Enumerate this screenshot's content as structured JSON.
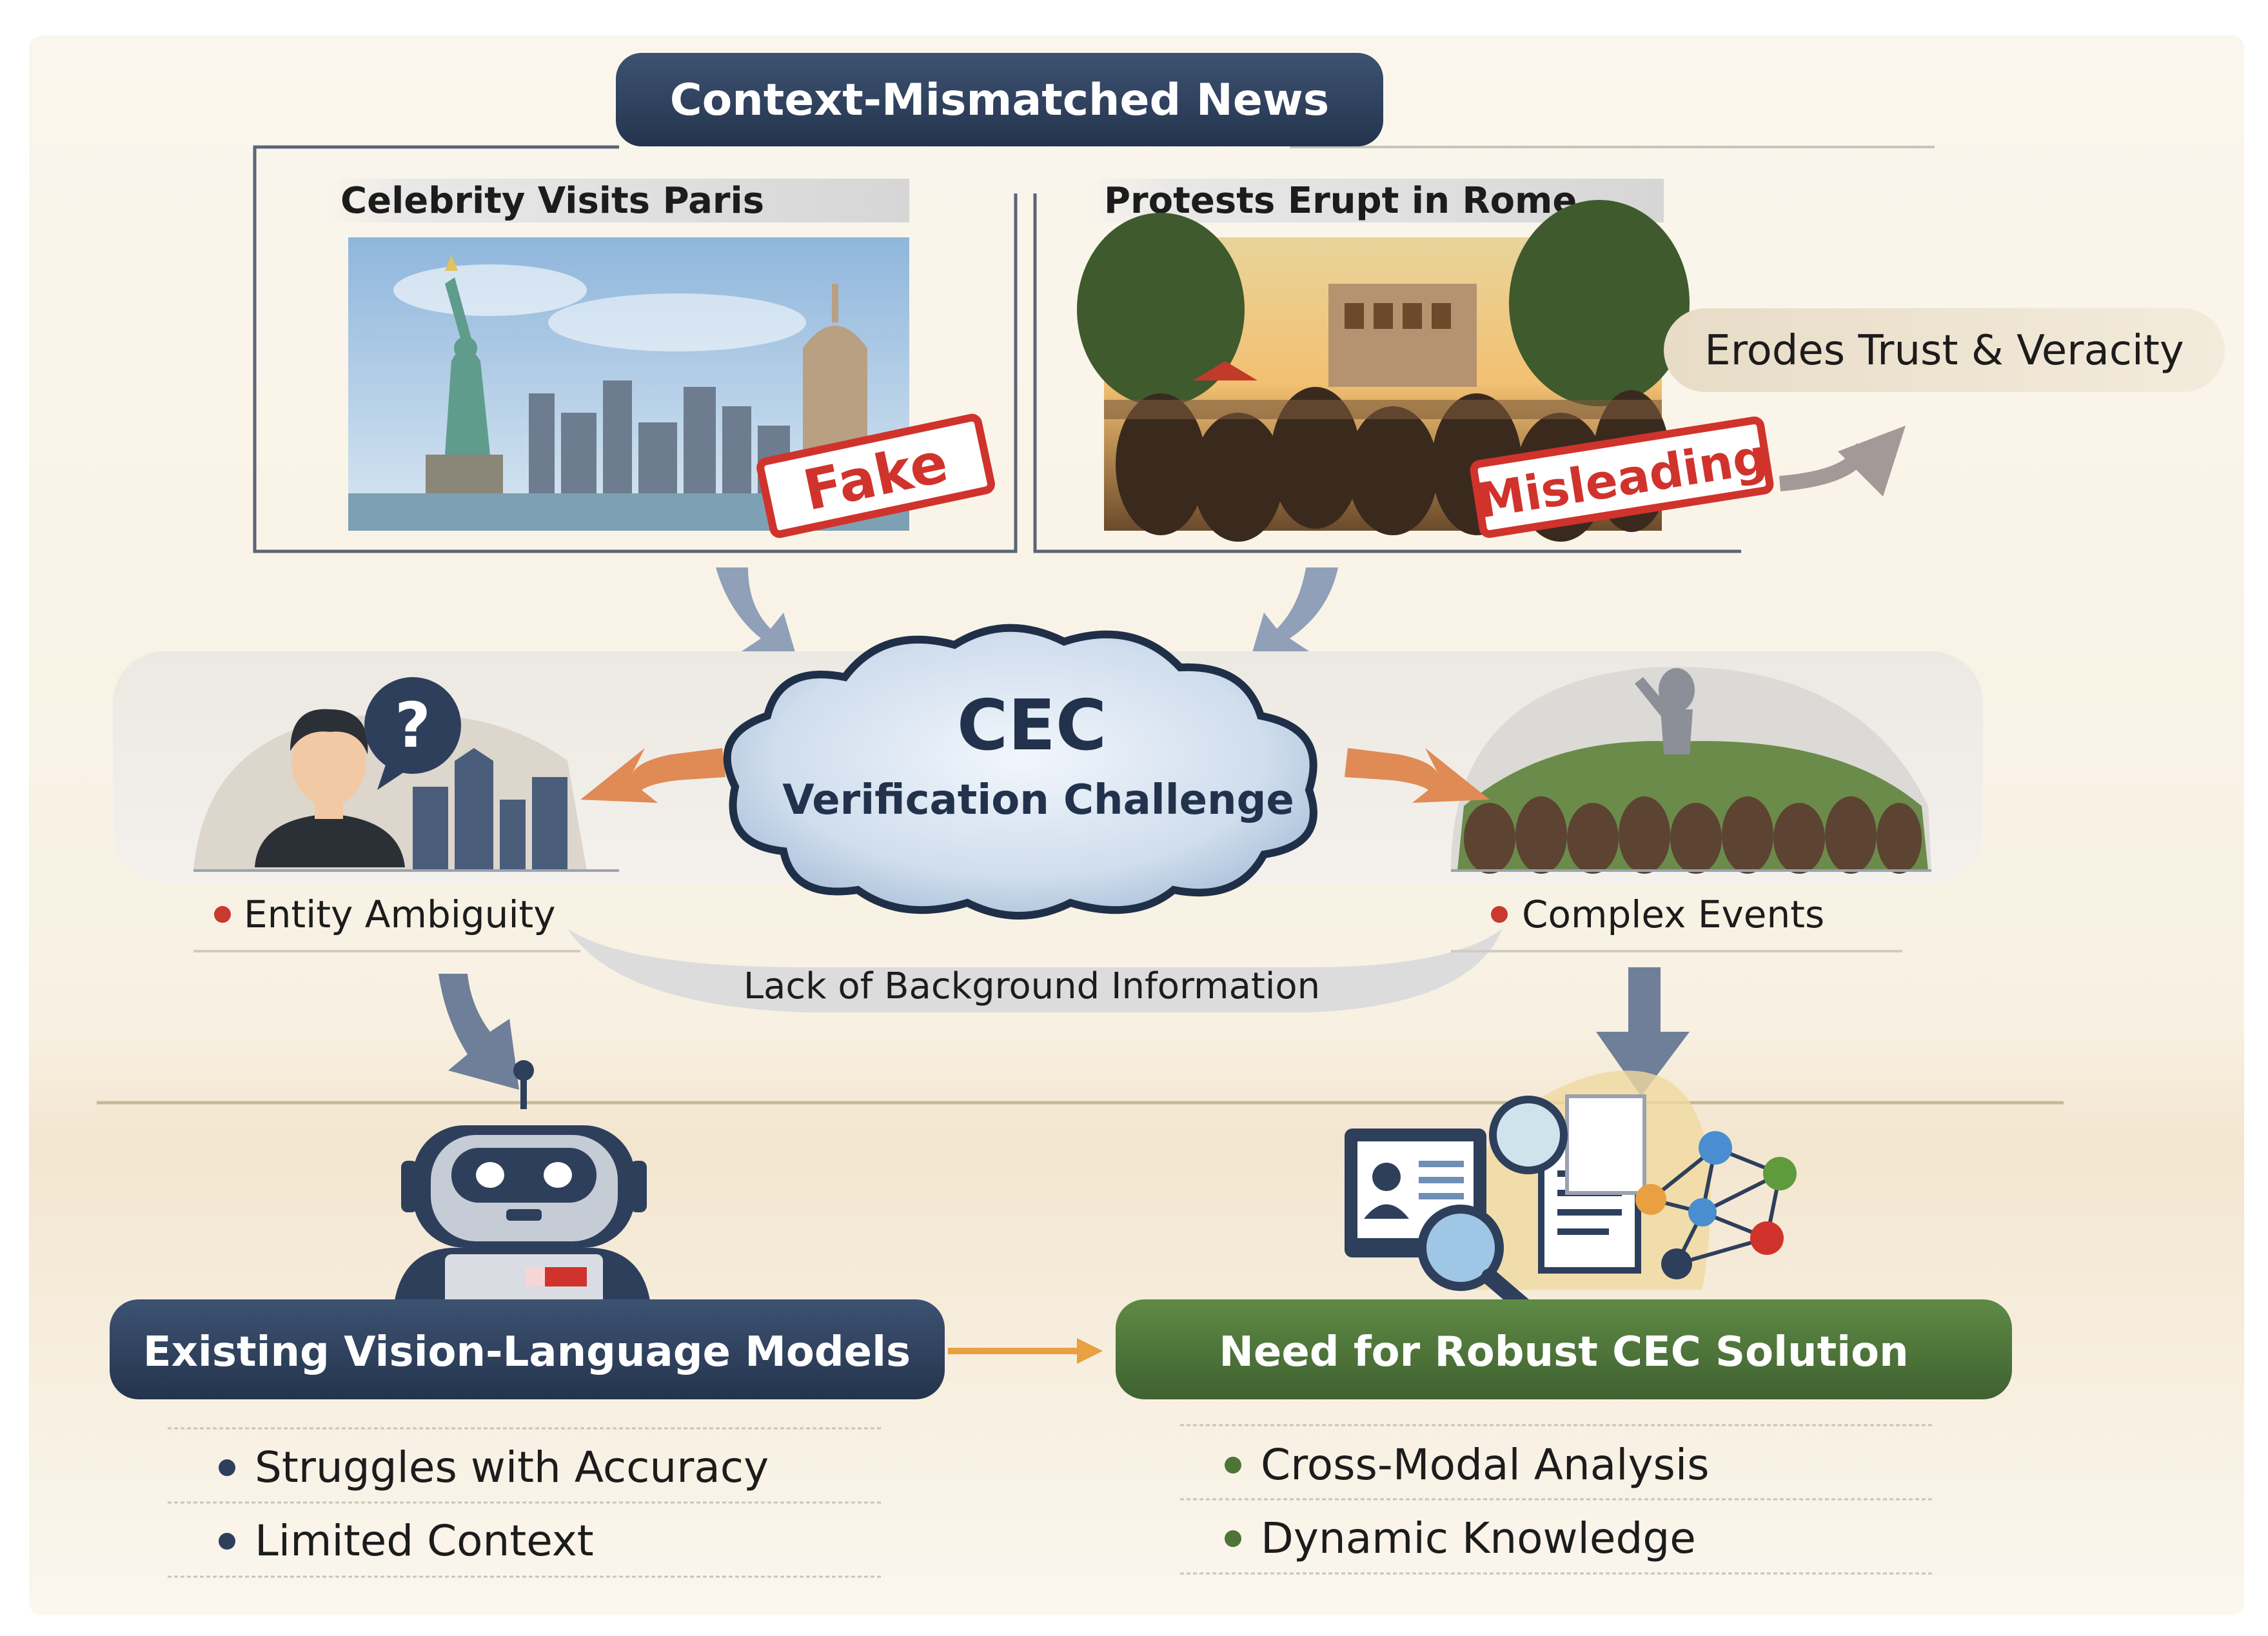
{
  "header": {
    "title": "Context-Mismatched News"
  },
  "news": [
    {
      "headline": "Celebrity Visits Paris",
      "stamp": "Fake",
      "photo_icon": "statue-of-liberty-skyline-photo"
    },
    {
      "headline": "Protests Erupt in Rome",
      "stamp": "Misleading",
      "photo_icon": "crowd-protest-photo"
    }
  ],
  "impact": {
    "label": "Erodes Trust & Veracity"
  },
  "challenge": {
    "title": "CEC",
    "subtitle": "Verification Challenge"
  },
  "factors": {
    "left": {
      "label": "Entity Ambiguity",
      "icon": "confused-person-icon"
    },
    "right": {
      "label": "Complex Events",
      "icon": "crowd-event-icon"
    },
    "shared": "Lack of Background Information"
  },
  "bottom": {
    "left": {
      "title": "Existing Vision-Language Models",
      "icon": "robot-icon",
      "bullets": [
        "Struggles with Accuracy",
        "Limited Context"
      ]
    },
    "right": {
      "title": "Need for Robust CEC Solution",
      "icon": "knowledge-graph-icon",
      "bullets": [
        "Cross-Modal Analysis",
        "Dynamic Knowledge"
      ]
    }
  },
  "colors": {
    "navy": "#2e3f5c",
    "green": "#4e7438",
    "stamp_red": "#d0332c",
    "orange_arrow": "#e08a55",
    "background": "#fbf6ec"
  }
}
